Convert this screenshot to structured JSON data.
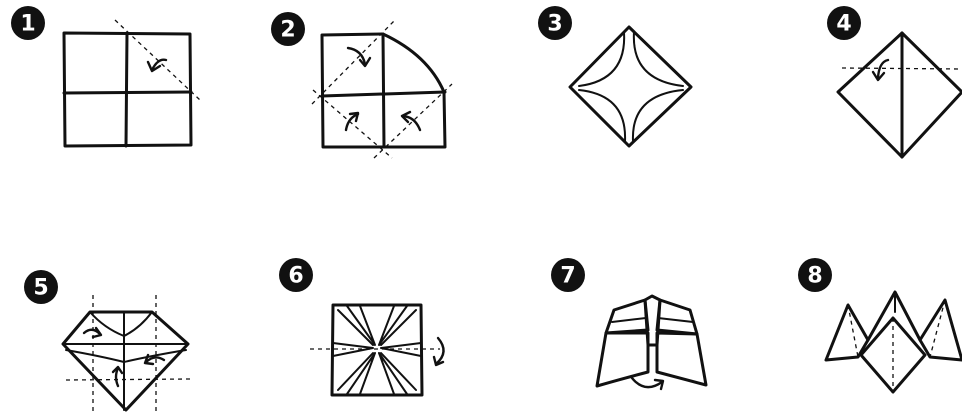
{
  "steps": [
    {
      "number": "1"
    },
    {
      "number": "2"
    },
    {
      "number": "3"
    },
    {
      "number": "4"
    },
    {
      "number": "5"
    },
    {
      "number": "6"
    },
    {
      "number": "7"
    },
    {
      "number": "8"
    }
  ],
  "colors": {
    "ink": "#111111",
    "paper": "#ffffff",
    "badge_text": "#ffffff"
  }
}
